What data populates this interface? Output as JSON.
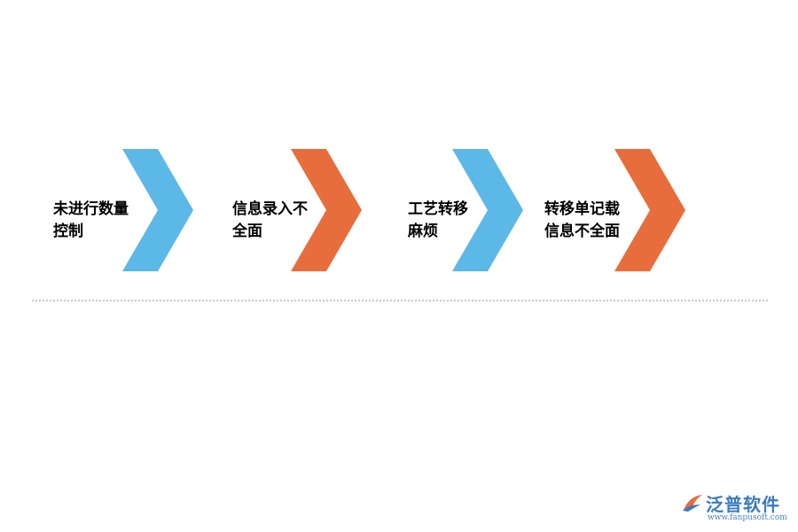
{
  "steps": [
    {
      "label": "未进行数量\n控制",
      "color": "#5cb8e6"
    },
    {
      "label": "信息录入不\n全面",
      "color": "#e86d3c"
    },
    {
      "label": "工艺转移\n麻烦",
      "color": "#5cb8e6"
    },
    {
      "label": "转移单记载\n信息不全面",
      "color": "#e86d3c"
    }
  ],
  "logo": {
    "name": "泛普软件",
    "url": "www.fanpusoft.com",
    "color": "#3a7bbf"
  }
}
